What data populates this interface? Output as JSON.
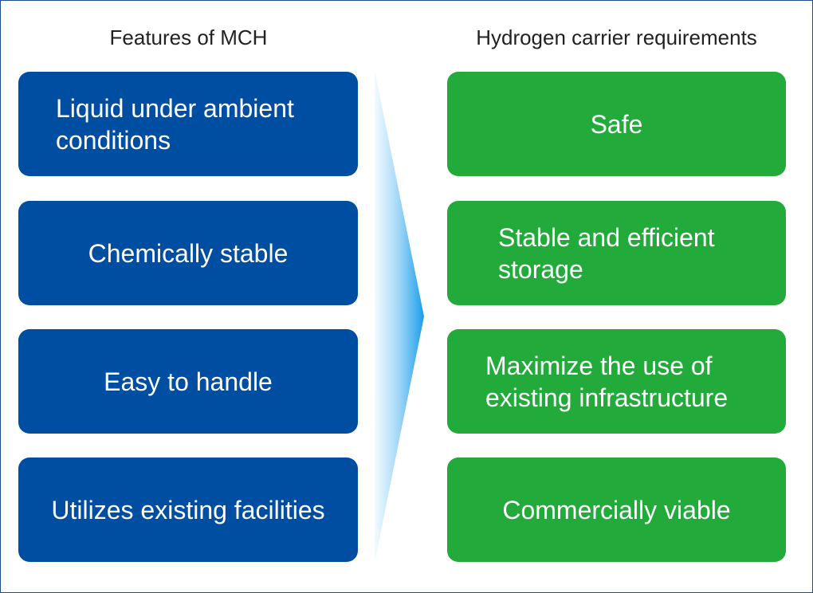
{
  "left_column": {
    "title": "Features of MCH",
    "color": "#004ea2",
    "items": [
      "Liquid under ambient\nconditions",
      "Chemically stable",
      "Easy to handle",
      "Utilizes existing facilities"
    ]
  },
  "right_column": {
    "title": "Hydrogen carrier requirements",
    "color": "#22ab3a",
    "items": [
      "Safe",
      "Stable and efficient\nstorage",
      "Maximize the use of\nexisting infrastructure",
      "Commercially viable"
    ]
  },
  "connector": {
    "icon": "chevron-arrow-right",
    "gradient": [
      "#ffffff",
      "#22a4ec"
    ]
  }
}
